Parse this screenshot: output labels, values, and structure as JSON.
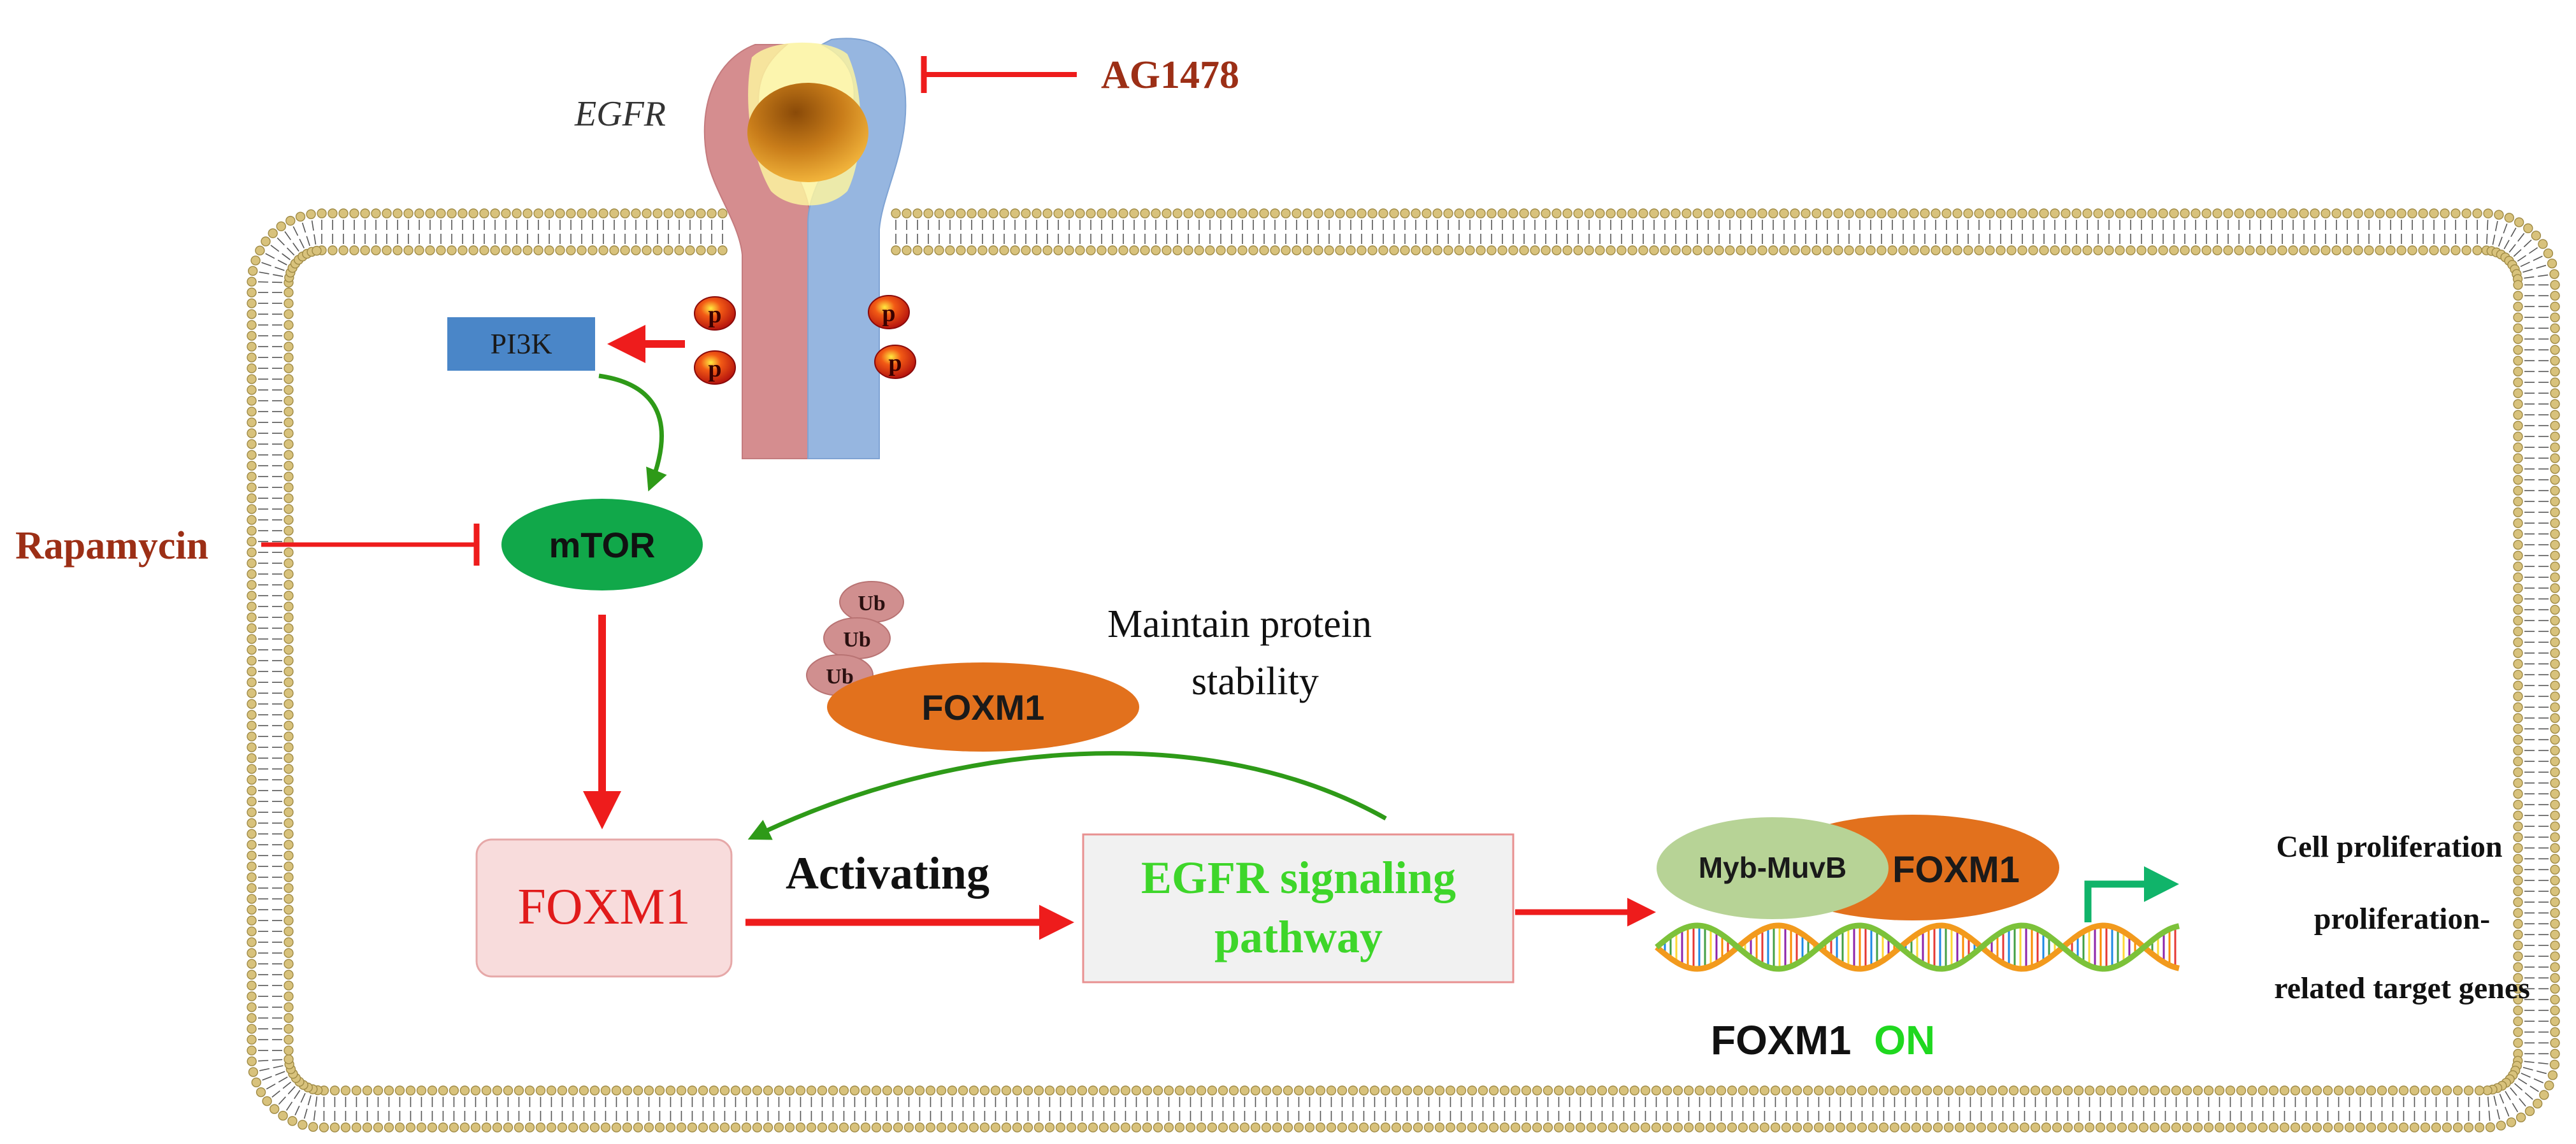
{
  "receptor": {
    "label": "EGFR",
    "phospho_label": "p"
  },
  "inhibitors": {
    "ag1478": "AG1478",
    "rapamycin": "Rapamycin"
  },
  "nodes": {
    "pi3k": "PI3K",
    "mtor": "mTOR",
    "foxm1_box": "FOXM1",
    "egfr_box_line1": "EGFR signaling",
    "egfr_box_line2": "pathway",
    "ub_label": "Ub",
    "ub_foxm1": "FOXM1",
    "dna_myb": "Myb-MuvB",
    "dna_foxm1": "FOXM1"
  },
  "annotations": {
    "maintain_line1": "Maintain protein",
    "maintain_line2": "stability",
    "activating": "Activating",
    "foxm1_on_a": "FOXM1",
    "foxm1_on_b": "ON",
    "cell_line1": "Cell proliferation",
    "cell_line2": "proliferation-",
    "cell_line3": "related target genes"
  },
  "colors": {
    "inhibitor_text": "#9c2f16",
    "activation_red": "#ee1c1c",
    "green_arrow": "#2e9a18",
    "egfr_green_text": "#3ed62a",
    "on_green": "#1fd81f",
    "mtor_fill": "#11a84a",
    "foxm1_orange": "#e2711d",
    "myb_fill": "#b7d396",
    "ub_fill": "#d08f8f",
    "pi3k_fill": "#4a86c8",
    "foxm1_box_fill": "#f8dcdc",
    "egfr_box_fill": "#f1f1f1",
    "membrane_head": "#d8c27c",
    "receptor_left": "#d58d8f",
    "receptor_right": "#96b6e0",
    "ligand": "#c97d1a"
  }
}
